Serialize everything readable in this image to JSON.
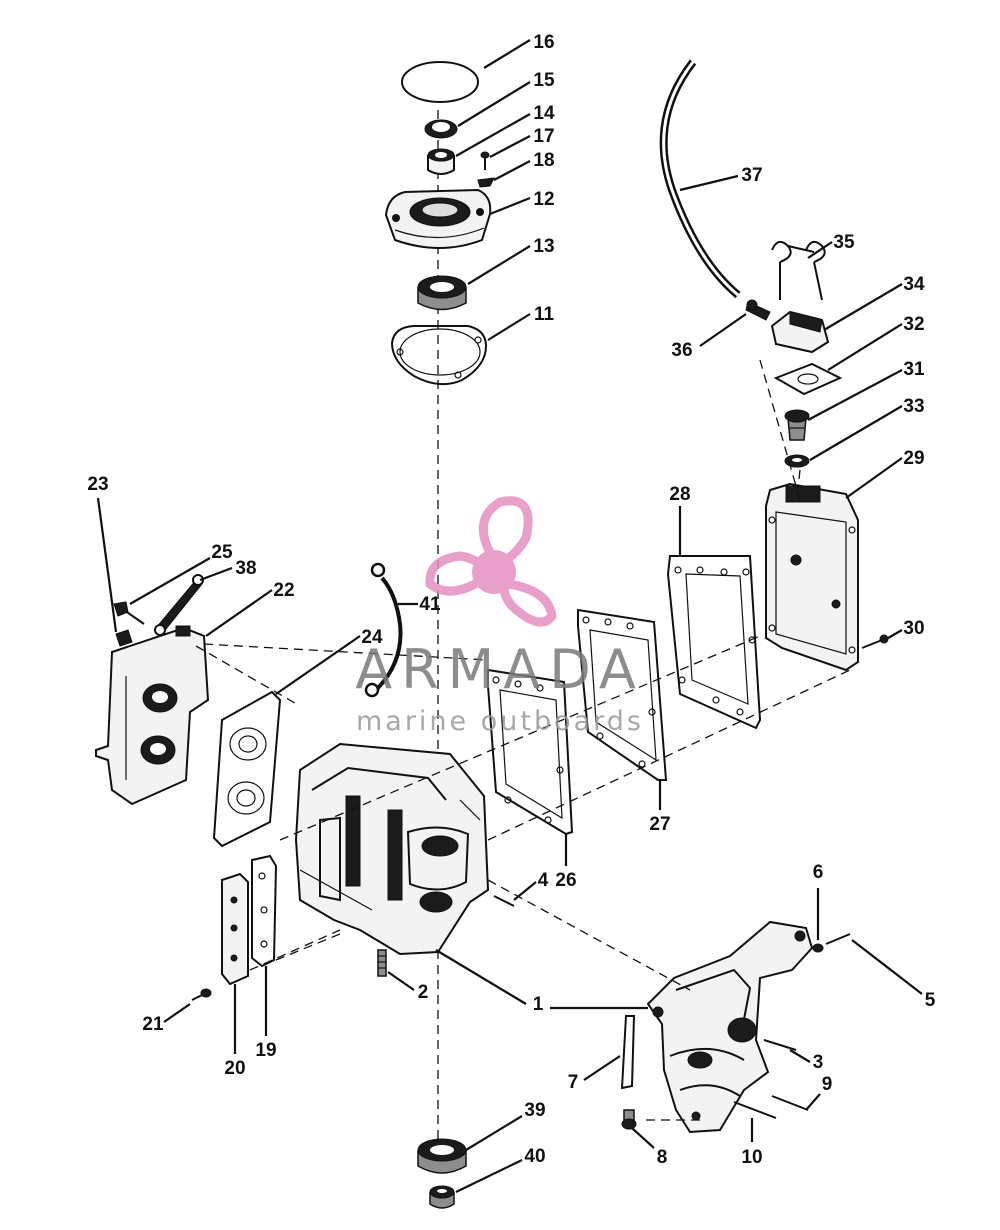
{
  "diagram": {
    "callouts": [
      {
        "id": "1",
        "text": "1"
      },
      {
        "id": "2",
        "text": "2"
      },
      {
        "id": "3",
        "text": "3"
      },
      {
        "id": "4",
        "text": "4"
      },
      {
        "id": "5",
        "text": "5"
      },
      {
        "id": "6",
        "text": "6"
      },
      {
        "id": "7",
        "text": "7"
      },
      {
        "id": "8",
        "text": "8"
      },
      {
        "id": "9",
        "text": "9"
      },
      {
        "id": "10",
        "text": "10"
      },
      {
        "id": "11",
        "text": "11"
      },
      {
        "id": "12",
        "text": "12"
      },
      {
        "id": "13",
        "text": "13"
      },
      {
        "id": "14",
        "text": "14"
      },
      {
        "id": "15",
        "text": "15"
      },
      {
        "id": "16",
        "text": "16"
      },
      {
        "id": "17",
        "text": "17"
      },
      {
        "id": "18",
        "text": "18"
      },
      {
        "id": "19",
        "text": "19"
      },
      {
        "id": "20",
        "text": "20"
      },
      {
        "id": "21",
        "text": "21"
      },
      {
        "id": "22",
        "text": "22"
      },
      {
        "id": "23",
        "text": "23"
      },
      {
        "id": "24",
        "text": "24"
      },
      {
        "id": "25",
        "text": "25"
      },
      {
        "id": "26",
        "text": "26"
      },
      {
        "id": "27",
        "text": "27"
      },
      {
        "id": "28",
        "text": "28"
      },
      {
        "id": "29",
        "text": "29"
      },
      {
        "id": "30",
        "text": "30"
      },
      {
        "id": "31",
        "text": "31"
      },
      {
        "id": "32",
        "text": "32"
      },
      {
        "id": "33",
        "text": "33"
      },
      {
        "id": "34",
        "text": "34"
      },
      {
        "id": "35",
        "text": "35"
      },
      {
        "id": "36",
        "text": "36"
      },
      {
        "id": "37",
        "text": "37"
      },
      {
        "id": "38",
        "text": "38"
      },
      {
        "id": "39",
        "text": "39"
      },
      {
        "id": "40",
        "text": "40"
      },
      {
        "id": "41",
        "text": "41"
      }
    ]
  },
  "watermark": {
    "title": "ARMADA",
    "subtitle": "marine outboards",
    "title_color": "#7a7a7a",
    "subtitle_color": "#9a9a9a",
    "logo_color": "#e58fc0",
    "logo_icon": "propeller-icon"
  },
  "colors": {
    "ink": "#111111",
    "background": "#ffffff"
  }
}
